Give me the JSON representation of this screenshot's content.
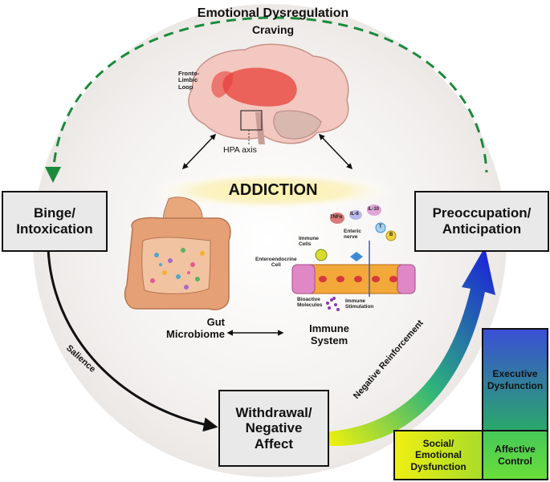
{
  "top_arc": {
    "title": "Emotional Dysregulation",
    "subtitle": "Craving"
  },
  "center": {
    "title": "ADDICTION",
    "brain_label_lines": [
      "Fronto-",
      "Limbic",
      "Loop"
    ],
    "hpa_label": "HPA axis",
    "gut_label_lines": [
      "Gut",
      "Microbiome"
    ],
    "immune_label_lines": [
      "Immune",
      "System"
    ]
  },
  "immune_detail": {
    "tnf": "TNFα",
    "il8": "IL-8",
    "il10": "IL-10",
    "t_cell": "T",
    "b_cell": "B",
    "immune_cells_lines": [
      "Immune",
      "Cells"
    ],
    "enteric_nerve_lines": [
      "Enteric",
      "nerve"
    ],
    "enteroendocrine_lines": [
      "Enteroendocrine",
      "Cell"
    ],
    "bioactive_lines": [
      "Bioactive",
      "Molecules"
    ],
    "immune_stim_lines": [
      "Immune",
      "Stimulation"
    ]
  },
  "stages": {
    "binge": [
      "Binge/",
      "Intoxication"
    ],
    "preoccupation": [
      "Preoccupation/",
      "Anticipation"
    ],
    "withdrawal": [
      "Withdrawal/",
      "Negative",
      "Affect"
    ]
  },
  "arrows": {
    "salience": "Salience",
    "negative_reinforcement": "Negative Reinforcement"
  },
  "dysfunction": {
    "executive": [
      "Executive",
      "Dysfunction"
    ],
    "social": [
      "Social/",
      "Emotional",
      "Dysfunction"
    ],
    "affective": [
      "Affective",
      "Control"
    ]
  },
  "colors": {
    "craving_arrow": "#1b8a3a",
    "brain_highlight": "#e8403a",
    "gradient_start": "#f2f20a",
    "gradient_mid": "#2fb57a",
    "gradient_end": "#1a1ae0",
    "addiction_glow": "#fff3a8"
  }
}
